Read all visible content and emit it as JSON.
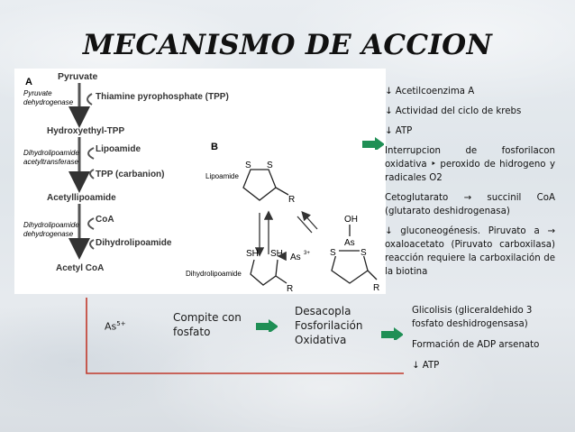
{
  "title": "MECANISMO DE ACCION",
  "figure": {
    "panel_a": "A",
    "panel_b": "B",
    "pyruvate": "Pyruvate",
    "pdh": [
      "Pyruvate",
      "dehydrogenase"
    ],
    "tpp": "Thiamine pyrophosphate (TPP)",
    "hydroxyethyl": "Hydroxyethyl-TPP",
    "dlta": [
      "Dihydrolipoamide",
      "acetyltransferase"
    ],
    "lipoamide": "Lipoamide",
    "tpp_carbanion": "TPP (carbanion)",
    "acetyllipoamide": "Acetyllipoamide",
    "coa": "CoA",
    "dldh": [
      "Dihydrolipoamide",
      "dehydrogenase"
    ],
    "dihydrolipoamide": "Dihydrolipoamide",
    "acetyl_coa": "Acetyl CoA",
    "b_lipoamide": "Lipoamide",
    "b_dihydrolipoamide": "Dihydrolipoamide",
    "s": "S",
    "r": "R",
    "sh": "SH",
    "oh": "OH",
    "as": "As",
    "as_charge": "3+"
  },
  "effects": [
    "↓ Acetilcoenzima A",
    "↓ Actividad del ciclo de krebs",
    "↓ ATP",
    "Interrupcion de fosforilacon oxidativa ‣ peroxido de hidrogeno y radicales O2",
    "Cetoglutarato → succinil CoA (glutarato deshidrogenasa)",
    "↓ gluconeogénesis. Piruvato a → oxaloacetato (Piruvato carboxilasa) reacción requiere la carboxilación de la biotina"
  ],
  "bottom": {
    "as5_base": "As",
    "as5_charge": "5+",
    "compete": [
      "Compite con",
      "fosfato"
    ],
    "uncouple": [
      "Desacopla",
      "Fosforilación",
      "Oxidativa"
    ]
  },
  "glycolysis": [
    "Glicolisis (gliceraldehido 3 fosfato deshidrogensasa)",
    "Formación de ADP arsenato",
    "↓ ATP"
  ],
  "colors": {
    "arrow": "#1f8f55",
    "line": "#c0392b"
  }
}
